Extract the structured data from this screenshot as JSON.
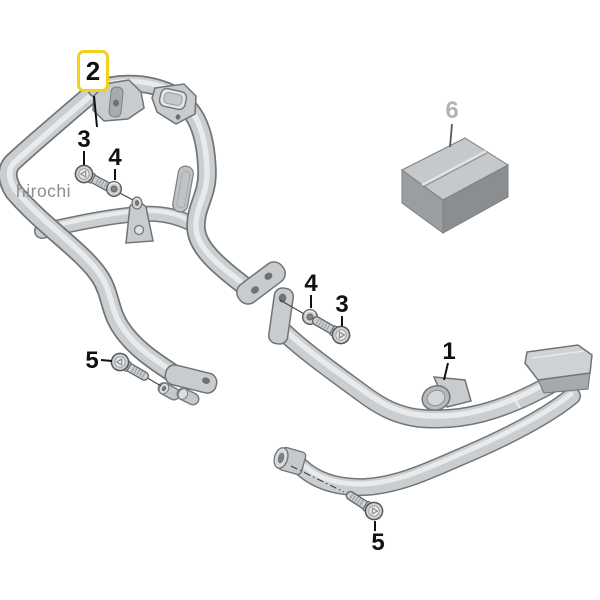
{
  "watermark": {
    "text": "hirochi"
  },
  "callouts": {
    "part1": {
      "label": "1"
    },
    "part2": {
      "label": "2",
      "highlighted": true
    },
    "part3_upper": {
      "label": "3"
    },
    "part4_upper": {
      "label": "4"
    },
    "part4_middle": {
      "label": "4"
    },
    "part3_middle": {
      "label": "3"
    },
    "part5_left": {
      "label": "5"
    },
    "part5_bottom": {
      "label": "5"
    },
    "part6": {
      "label": "6",
      "dimmed": true
    }
  },
  "colors": {
    "background": "#ffffff",
    "highlight_box_border": "#f2d118",
    "label_text": "#111111",
    "dimmed_label_text": "#b2b5b7",
    "watermark_text": "#8e8e8e",
    "tube_body": "#cbced0",
    "tube_outline": "#707578"
  }
}
